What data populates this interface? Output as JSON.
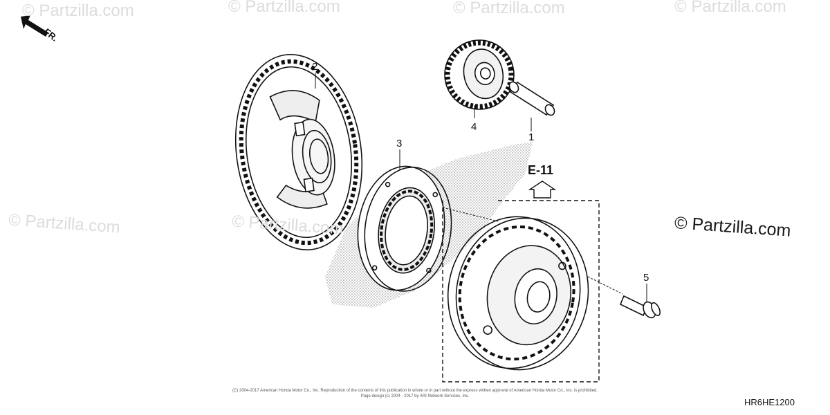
{
  "watermarks": {
    "top": [
      "© Partzilla.com",
      "© Partzilla.com",
      "© Partzilla.com",
      "© Partzilla.com"
    ],
    "mid_left": "© Partzilla.com",
    "mid_center": "© Partzilla.com",
    "right": "© Partzilla.com"
  },
  "direction_label": "FR.",
  "reference_label": "E-11",
  "callouts": [
    "1",
    "2",
    "3",
    "4",
    "5"
  ],
  "diagram_code": "HR6HE1200",
  "copyright_lines": [
    "(C) 2004-2017 American Honda Motor Co., Inc. Reproduction of the contents of this publication in whole or in part without the express written approval of American Honda Motor Co., Inc. is prohibited.",
    "Page design (c) 2004 - 2017 by ARI Network Services, Inc."
  ]
}
